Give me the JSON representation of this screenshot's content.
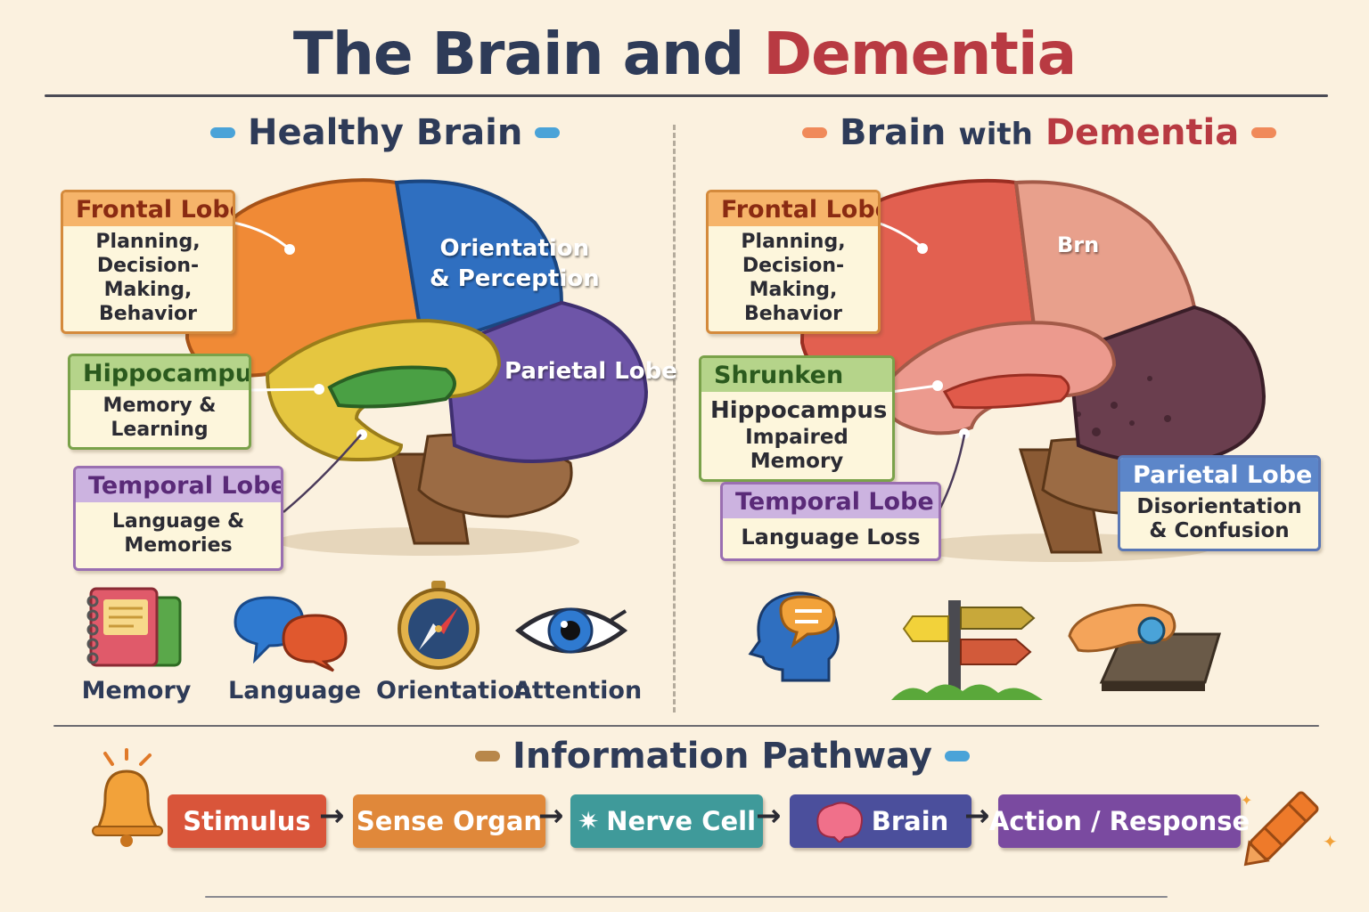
{
  "title": {
    "part1": "The Brain and",
    "part2": "Dementia"
  },
  "healthy": {
    "heading": "Healthy Brain",
    "frontal": {
      "name": "Frontal Lobe",
      "line1": "Planning,",
      "line2": "Decision-Making,",
      "line3": "Behavior"
    },
    "hippocampus": {
      "name": "Hippocampus",
      "desc": "Memory & Learning"
    },
    "temporal": {
      "name": "Temporal Lobe",
      "desc": "Language & Memories"
    },
    "orientation_line1": "Orientation",
    "orientation_line2": "& Perception",
    "parietal": "Parietal Lobe",
    "icons": [
      {
        "label": "Memory",
        "icon": "notebook-icon"
      },
      {
        "label": "Language",
        "icon": "speech-bubbles-icon"
      },
      {
        "label": "Orientation",
        "icon": "compass-icon"
      },
      {
        "label": "Attention",
        "icon": "eye-icon"
      }
    ]
  },
  "dementia": {
    "heading_part1": "Brain",
    "heading_part2": "with",
    "heading_part3": "Dementia",
    "frontal": {
      "name": "Frontal Lobe",
      "line1": "Planning,",
      "line2": "Decision-Making,",
      "line3": "Behavior"
    },
    "hippocampus": {
      "name": "Shrunken",
      "line1": "Hippocampus",
      "line2": "Impaired Memory"
    },
    "temporal": {
      "name": "Temporal Lobe",
      "desc": "Language Loss"
    },
    "parietal": {
      "name": "Parietal Lobe",
      "line1": "Disorientation",
      "line2": "& Confusion"
    },
    "brain_mark": "Brn"
  },
  "pathway": {
    "heading": "Information Pathway",
    "steps": [
      {
        "label": "Stimulus",
        "color": "#d9553a"
      },
      {
        "label": "Sense Organ",
        "color": "#e0883a"
      },
      {
        "label": "Nerve Cell",
        "color": "#3f9a9a"
      },
      {
        "label": "Brain",
        "color": "#4b4f9c"
      },
      {
        "label": "Action / Response",
        "color": "#7a4aa0"
      }
    ]
  }
}
